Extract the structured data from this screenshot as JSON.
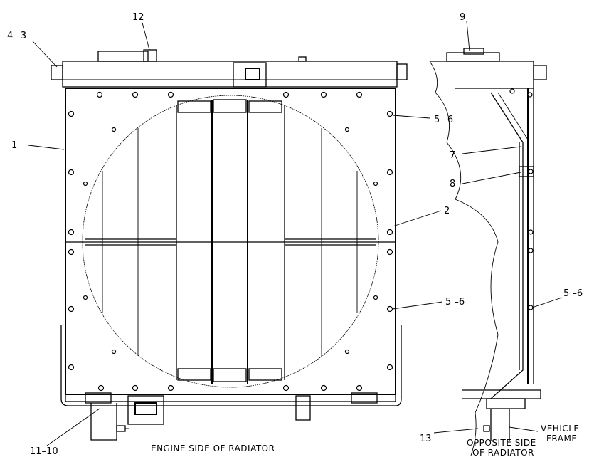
{
  "callouts": {
    "c4_3": "4 –3",
    "c12": "12",
    "c1": "1",
    "c5_6a": "5 –6",
    "c2": "2",
    "c5_6b": "5 –6",
    "c11_10": "11–10",
    "c9": "9",
    "c7": "7",
    "c8": "8",
    "c5_6c": "5 –6",
    "c13": "13"
  },
  "captions": {
    "engine_side": "ENGINE SIDE OF RADIATOR",
    "opposite_side_line1": "OPPOSITE SIDE",
    "opposite_side_line2": "OF RADIATOR",
    "vehicle_frame_line1": "VEHICLE",
    "vehicle_frame_line2": "FRAME"
  }
}
